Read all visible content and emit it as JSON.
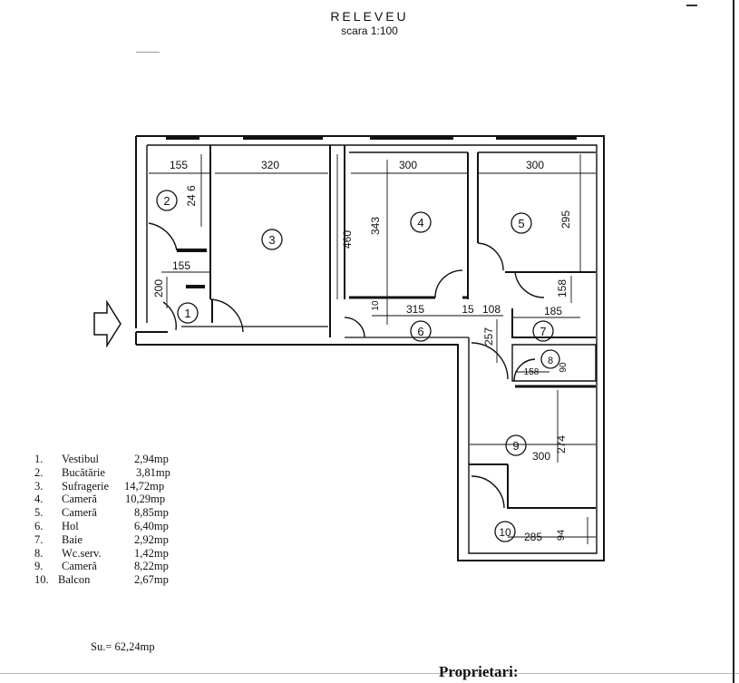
{
  "header": {
    "title": "RELEVEU",
    "subtitle": "scara 1:100"
  },
  "plan": {
    "dimensions": [
      {
        "id": "d1",
        "text": "155"
      },
      {
        "id": "d2",
        "text": "320"
      },
      {
        "id": "d3",
        "text": "300"
      },
      {
        "id": "d4",
        "text": "300"
      },
      {
        "id": "d5",
        "text": "24 6"
      },
      {
        "id": "d6",
        "text": "460"
      },
      {
        "id": "d7",
        "text": "343"
      },
      {
        "id": "d8",
        "text": "295"
      },
      {
        "id": "d9",
        "text": "155"
      },
      {
        "id": "d10",
        "text": "200"
      },
      {
        "id": "d11",
        "text": "10"
      },
      {
        "id": "d12",
        "text": "315"
      },
      {
        "id": "d13",
        "text": "15"
      },
      {
        "id": "d14",
        "text": "108"
      },
      {
        "id": "d15",
        "text": "158"
      },
      {
        "id": "d16",
        "text": "185"
      },
      {
        "id": "d17",
        "text": "257"
      },
      {
        "id": "d18",
        "text": "158"
      },
      {
        "id": "d19",
        "text": "90"
      },
      {
        "id": "d20",
        "text": "300"
      },
      {
        "id": "d21",
        "text": "274"
      },
      {
        "id": "d22",
        "text": "285"
      },
      {
        "id": "d23",
        "text": "94"
      }
    ],
    "room_markers": [
      "1",
      "2",
      "3",
      "4",
      "5",
      "6",
      "7",
      "8",
      "9",
      "10"
    ]
  },
  "legend": [
    {
      "num": "1.",
      "name": "Vestibul",
      "area": "2,94mp"
    },
    {
      "num": "2.",
      "name": "Bucătărie",
      "area": "3,81mp"
    },
    {
      "num": "3.",
      "name": "Sufragerie",
      "area": "14,72mp"
    },
    {
      "num": "4.",
      "name": "Cameră",
      "area": "10,29mp"
    },
    {
      "num": "5.",
      "name": "Cameră",
      "area": "8,85mp"
    },
    {
      "num": "6.",
      "name": "Hol",
      "area": "6,40mp"
    },
    {
      "num": "7.",
      "name": "Baie",
      "area": "2,92mp"
    },
    {
      "num": "8.",
      "name": "Wc.serv.",
      "area": "1,42mp"
    },
    {
      "num": "9.",
      "name": "Cameră",
      "area": "8,22mp"
    },
    {
      "num": "10.",
      "name": "Balcon",
      "area": "2,67mp"
    }
  ],
  "total": "Su.= 62,24mp",
  "owners_label": "Proprietari:"
}
